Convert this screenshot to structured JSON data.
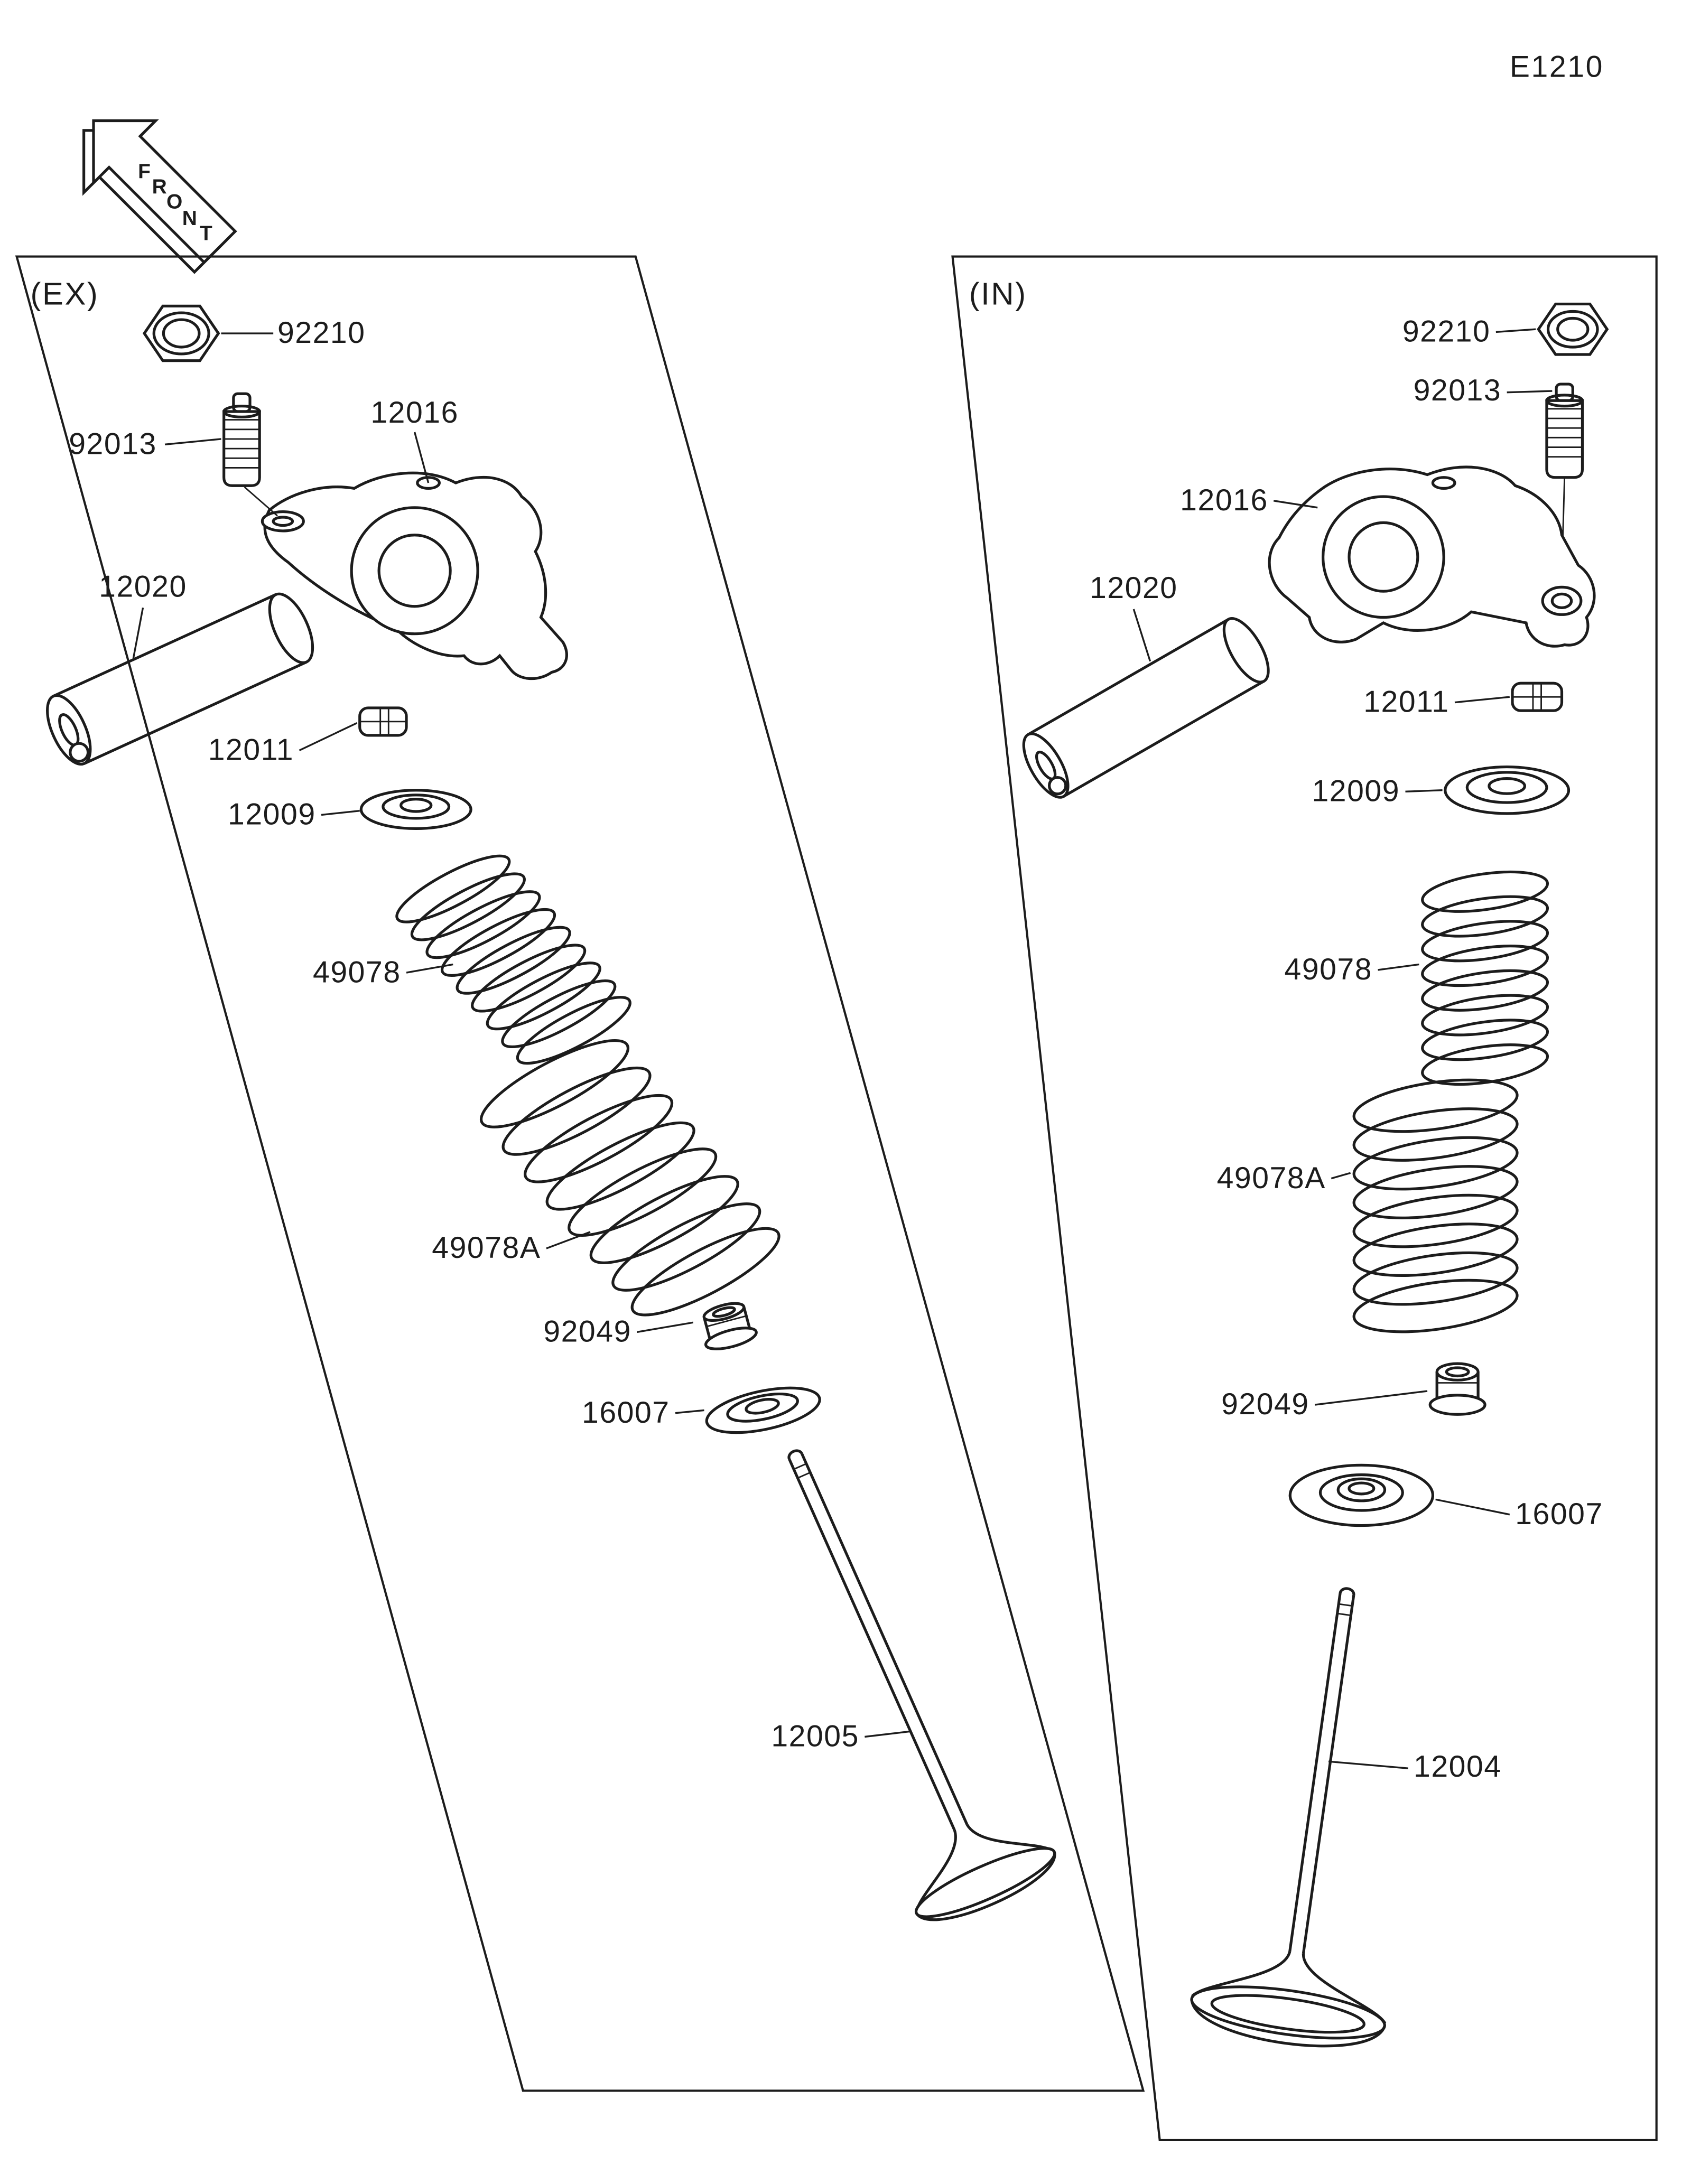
{
  "doc_code": "E1210",
  "colors": {
    "ink": "#1c1c1c",
    "background": "#ffffff"
  },
  "front_arrow": {
    "label": "FRONT",
    "letters": [
      "F",
      "R",
      "O",
      "N",
      "T"
    ]
  },
  "panels": {
    "ex": {
      "title": "(EX)",
      "parts": [
        {
          "number": "92210"
        },
        {
          "number": "92013"
        },
        {
          "number": "12016"
        },
        {
          "number": "12020"
        },
        {
          "number": "12011"
        },
        {
          "number": "12009"
        },
        {
          "number": "49078"
        },
        {
          "number": "49078A"
        },
        {
          "number": "92049"
        },
        {
          "number": "16007"
        },
        {
          "number": "12005"
        }
      ]
    },
    "in": {
      "title": "(IN)",
      "parts": [
        {
          "number": "92210"
        },
        {
          "number": "92013"
        },
        {
          "number": "12016"
        },
        {
          "number": "12020"
        },
        {
          "number": "12011"
        },
        {
          "number": "12009"
        },
        {
          "number": "49078"
        },
        {
          "number": "49078A"
        },
        {
          "number": "92049"
        },
        {
          "number": "16007"
        },
        {
          "number": "12004"
        }
      ]
    }
  }
}
